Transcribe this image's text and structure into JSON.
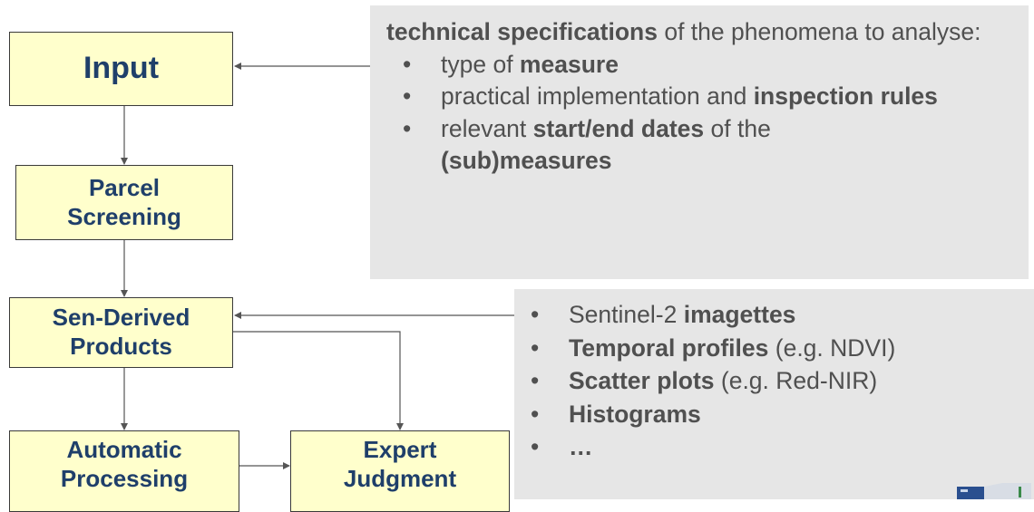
{
  "flowchart": {
    "input": {
      "lines": [
        "Input"
      ]
    },
    "parcel_screening": {
      "lines": [
        "Parcel",
        "Screening"
      ]
    },
    "sen_derived": {
      "lines": [
        "Sen-Derived",
        "Products"
      ]
    },
    "automatic": {
      "lines": [
        "Automatic",
        "Processing"
      ]
    },
    "expert": {
      "lines": [
        "Expert",
        "Judgment"
      ]
    }
  },
  "top_panel": {
    "intro": [
      {
        "text": "technical specifications",
        "bold": true
      },
      {
        "text": " of the phenomena to analyse:",
        "bold": false
      }
    ],
    "bullets": [
      [
        {
          "text": "type of ",
          "bold": false
        },
        {
          "text": "measure",
          "bold": true
        }
      ],
      [
        {
          "text": "practical implementation and ",
          "bold": false
        },
        {
          "text": "inspection rules",
          "bold": true
        }
      ],
      [
        {
          "text": "relevant ",
          "bold": false
        },
        {
          "text": "start/end dates",
          "bold": true
        },
        {
          "text": " of the ",
          "bold": false
        },
        {
          "text": "(sub)measures",
          "bold": true
        }
      ]
    ]
  },
  "bottom_panel": {
    "bullets": [
      [
        {
          "text": "Sentinel-2 ",
          "bold": false
        },
        {
          "text": "imagettes",
          "bold": true
        }
      ],
      [
        {
          "text": "Temporal profiles",
          "bold": true
        },
        {
          "text": " (e.g. NDVI)",
          "bold": false
        }
      ],
      [
        {
          "text": "Scatter plots",
          "bold": true
        },
        {
          "text": " (e.g. Red-NIR)",
          "bold": false
        }
      ],
      [
        {
          "text": "Histograms",
          "bold": true
        }
      ],
      [
        {
          "text": "…",
          "bold": true
        }
      ]
    ]
  },
  "colors": {
    "box_fill": "#ffffcc",
    "box_text": "#1f3f6a",
    "panel_fill": "#e6e6e6",
    "panel_text": "#505050",
    "connector": "#555555"
  }
}
